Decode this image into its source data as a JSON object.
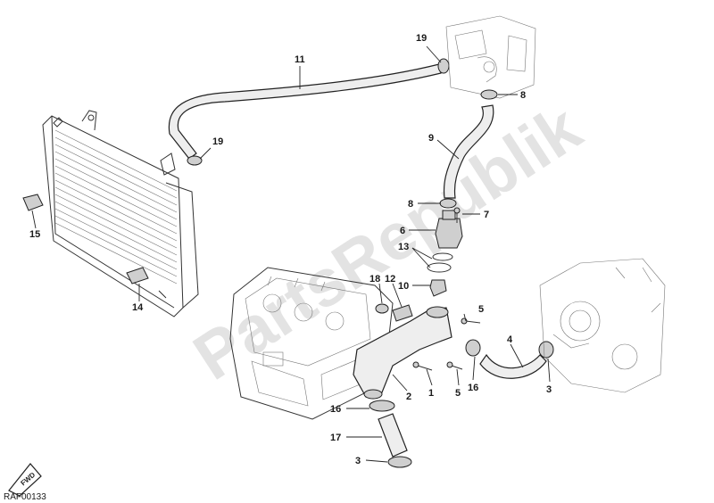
{
  "watermark": "PartsRepublik",
  "drawing_code": "RAF00133",
  "fwd_badge": "FWD",
  "labels": {
    "l1": "1",
    "l2": "2",
    "l3a": "3",
    "l3b": "3",
    "l4": "4",
    "l5a": "5",
    "l5b": "5",
    "l6": "6",
    "l7": "7",
    "l8a": "8",
    "l8b": "8",
    "l9": "9",
    "l10": "10",
    "l11": "11",
    "l12": "12",
    "l13": "13",
    "l14": "14",
    "l15": "15",
    "l16a": "16",
    "l16b": "16",
    "l17": "17",
    "l18": "18",
    "l19a": "19",
    "l19b": "19"
  }
}
